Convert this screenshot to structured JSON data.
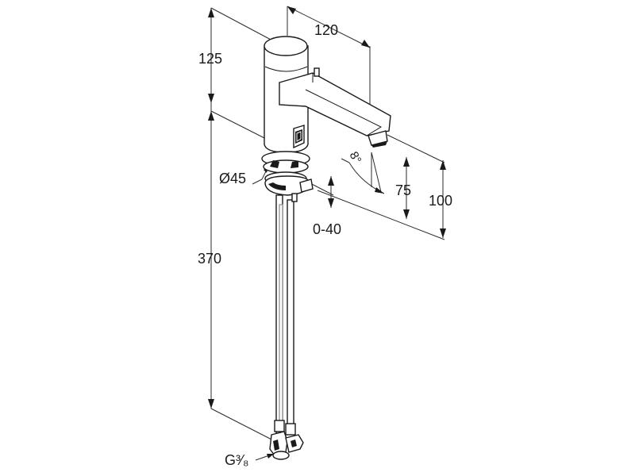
{
  "drawing": {
    "dimensions": {
      "height_above": "125",
      "spout_reach": "120",
      "total_height": "370",
      "diameter": "Ø45",
      "clamp_range": "0-40",
      "spout_height": "75",
      "outlet_height": "100",
      "angle": "8°",
      "connection": "G³⁄₈"
    }
  }
}
